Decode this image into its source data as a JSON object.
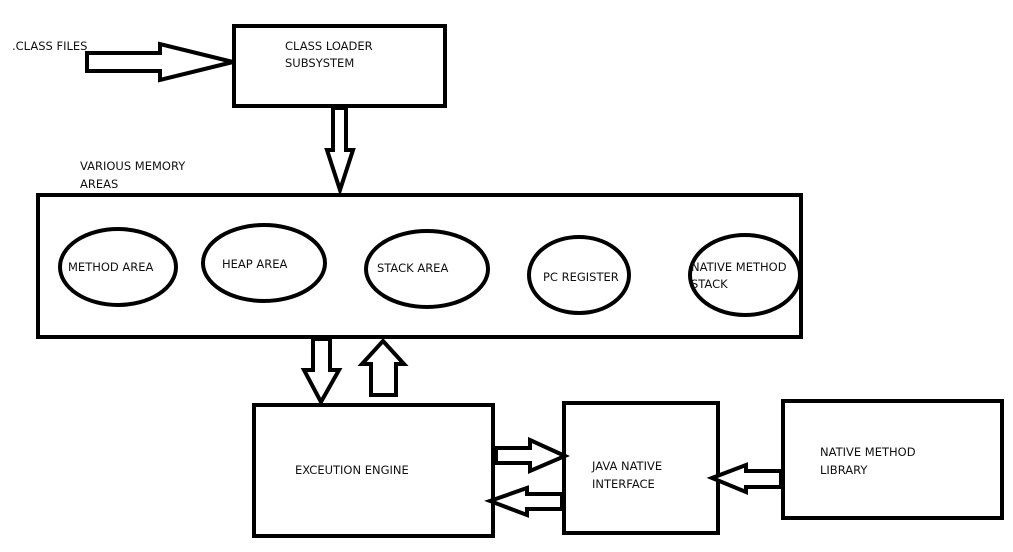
{
  "labels": {
    "class_files": ".CLASS FILES",
    "class_loader": [
      "CLASS LOADER",
      "SUBSYSTEM"
    ],
    "memory_areas_title": [
      "VARIOUS MEMORY",
      "AREAS"
    ],
    "method_area": "METHOD AREA",
    "heap_area": "HEAP AREA",
    "stack_area": "STACK AREA",
    "pc_register": "PC REGISTER",
    "native_method_stack": [
      "NATIVE METHOD",
      "STACK"
    ],
    "execution_engine": "EXCEUTION ENGINE",
    "java_native_interface": [
      "JAVA NATIVE",
      "INTERFACE"
    ],
    "native_method_library": [
      "NATIVE METHOD",
      "LIBRARY"
    ]
  }
}
